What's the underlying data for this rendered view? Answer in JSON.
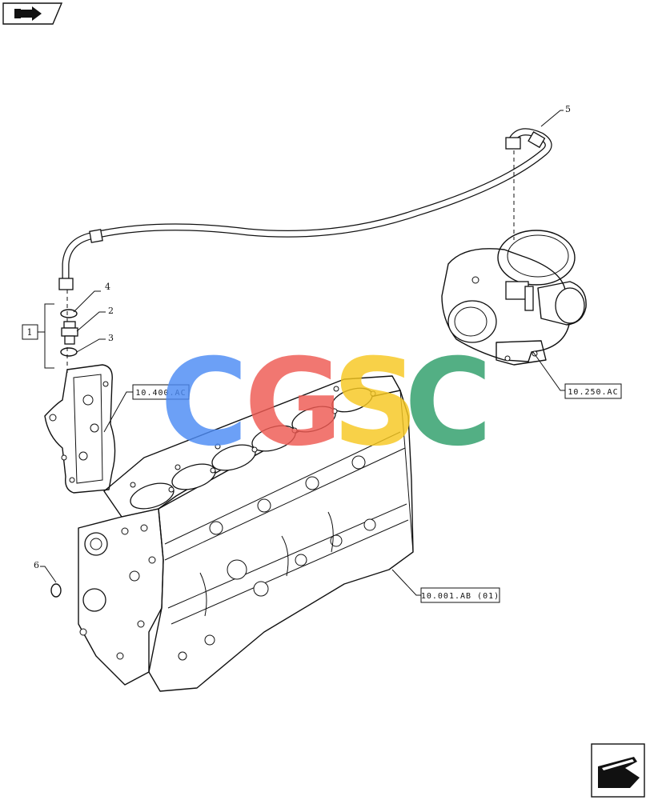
{
  "callouts": {
    "c1": "1",
    "c2": "2",
    "c3": "3",
    "c4": "4",
    "c5": "5",
    "c6": "6"
  },
  "refs": {
    "front_cover": "10.400.AC",
    "turbo": "10.250.AC",
    "block": "10.001.AB (01)"
  },
  "watermark": {
    "letters": [
      "C",
      "G",
      "S",
      "C"
    ],
    "colors": [
      "#4d8cf5",
      "#ef5a52",
      "#f7c820",
      "#2e9e6a"
    ]
  },
  "icons": {
    "top_left": "book-arrow-icon",
    "bottom_right": "next-page-arrow-icon"
  }
}
